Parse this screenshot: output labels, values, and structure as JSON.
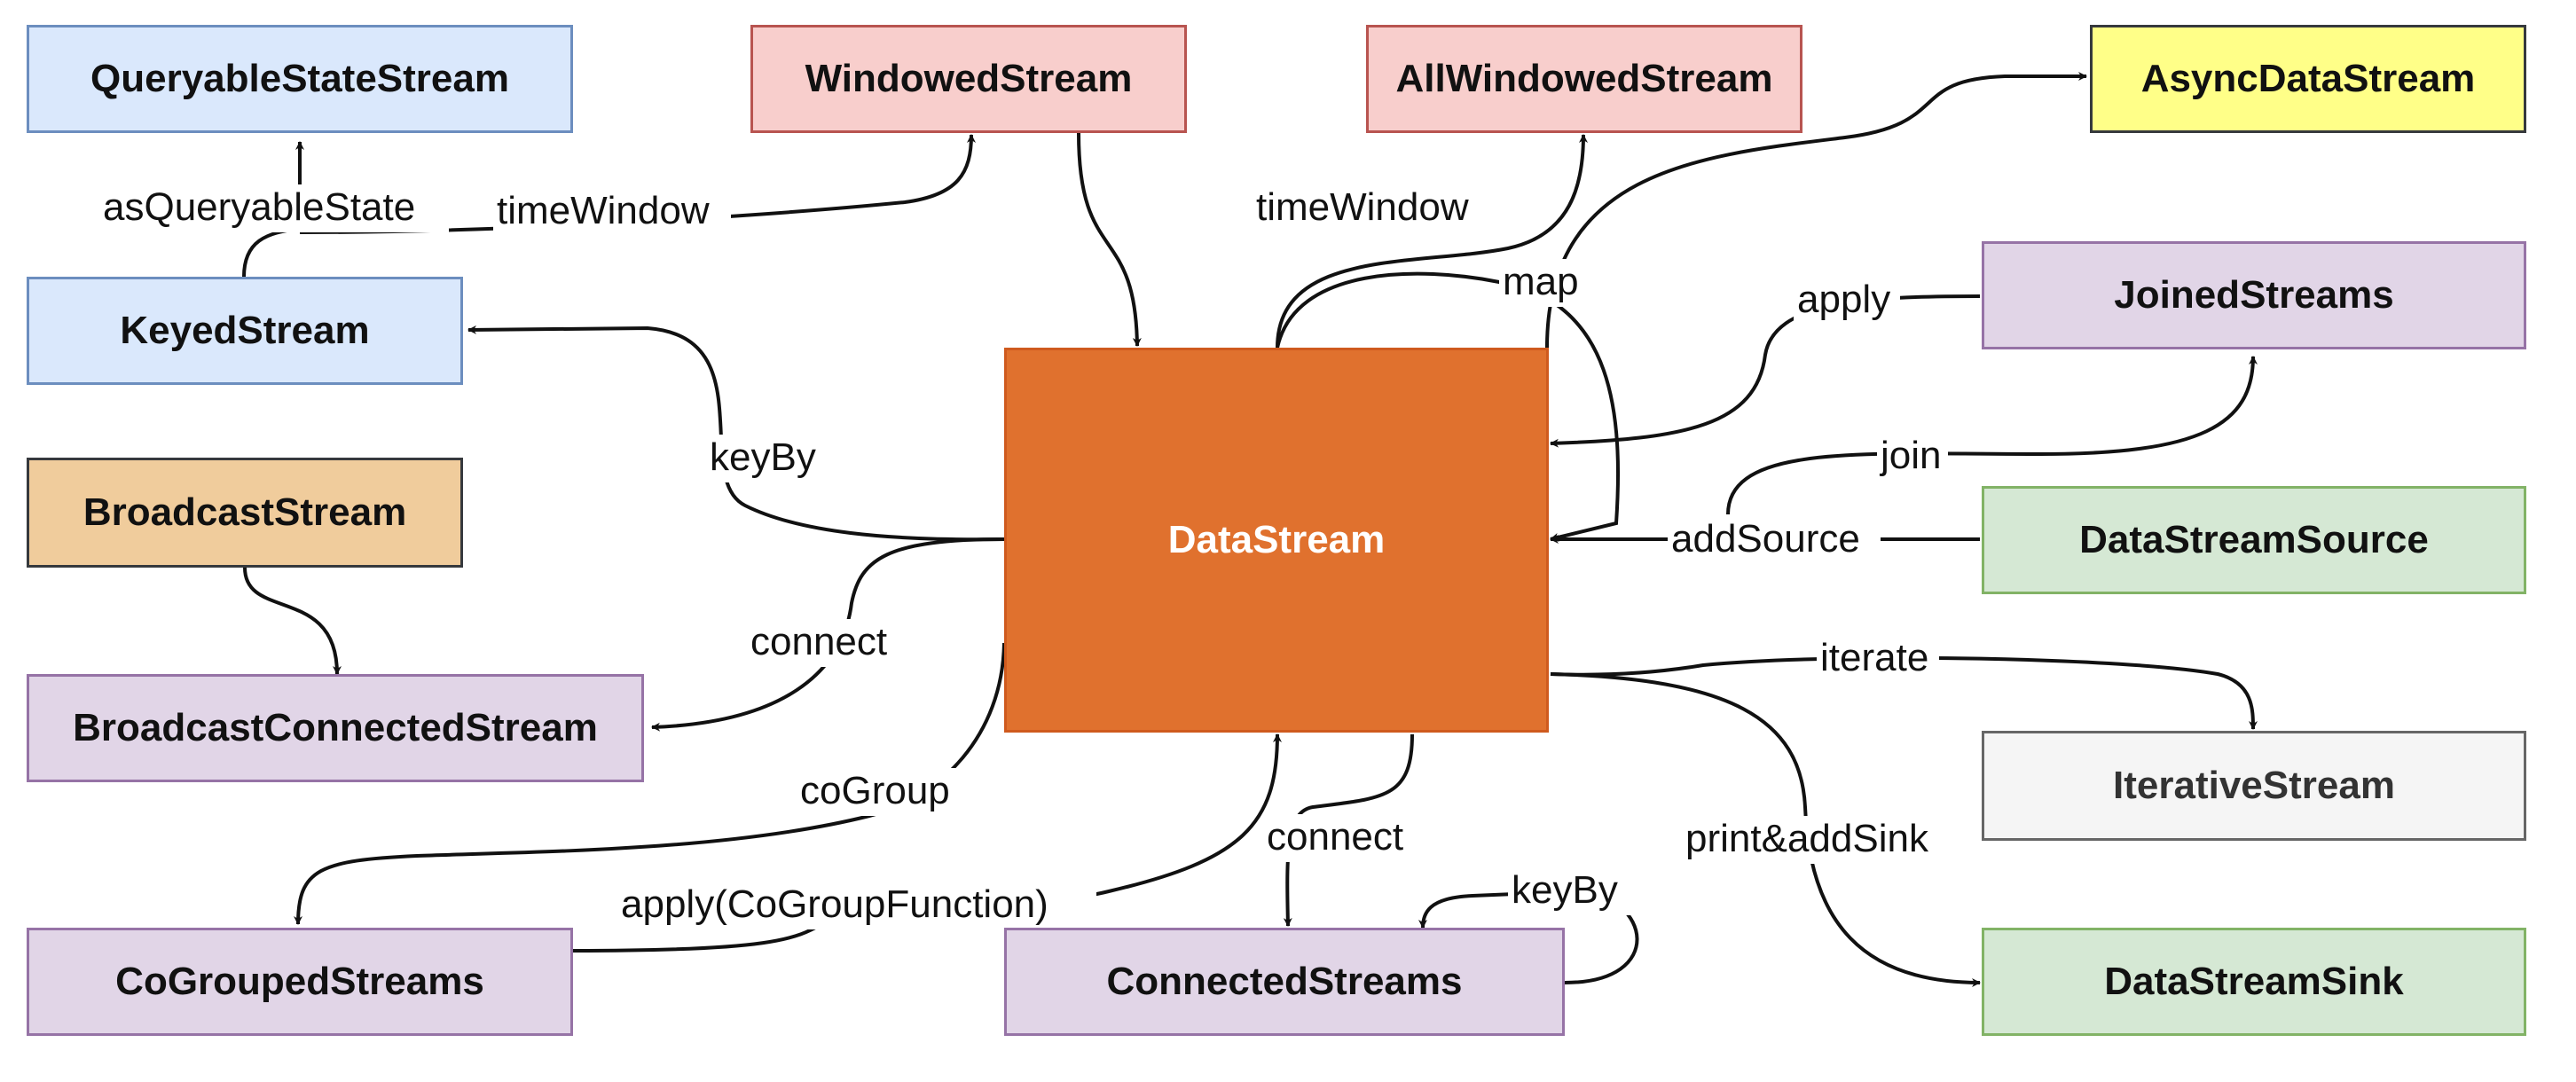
{
  "nodes": {
    "queryable_state_stream": "QueryableStateStream",
    "windowed_stream": "WindowedStream",
    "all_windowed_stream": "AllWindowedStream",
    "async_data_stream": "AsyncDataStream",
    "keyed_stream": "KeyedStream",
    "joined_streams": "JoinedStreams",
    "broadcast_stream": "BroadcastStream",
    "data_stream": "DataStream",
    "data_stream_source": "DataStreamSource",
    "broadcast_connected_stream": "BroadcastConnectedStream",
    "iterative_stream": "IterativeStream",
    "co_grouped_streams": "CoGroupedStreams",
    "connected_streams": "ConnectedStreams",
    "data_stream_sink": "DataStreamSink"
  },
  "edges": {
    "as_queryable_state": "asQueryableState",
    "time_window_keyed": "timeWindow",
    "time_window_all": "timeWindow",
    "map": "map",
    "apply_joined": "apply",
    "key_by": "keyBy",
    "join": "join",
    "add_source": "addSource",
    "connect_broadcast": "connect",
    "iterate": "iterate",
    "co_group": "coGroup",
    "connect_streams": "connect",
    "print_add_sink": "print&addSink",
    "key_by_connected": "keyBy",
    "apply_cogroup_function": "apply(CoGroupFunction)"
  },
  "colors": {
    "blue_fill": "#dae8fc",
    "red_fill": "#f8cecc",
    "yellow_fill": "#ffff88",
    "purple_fill": "#e1d5e7",
    "orange_fill": "#f0cc9c",
    "green_fill": "#d5e8d4",
    "gray_fill": "#f5f5f5",
    "center_fill": "#e0712e"
  }
}
